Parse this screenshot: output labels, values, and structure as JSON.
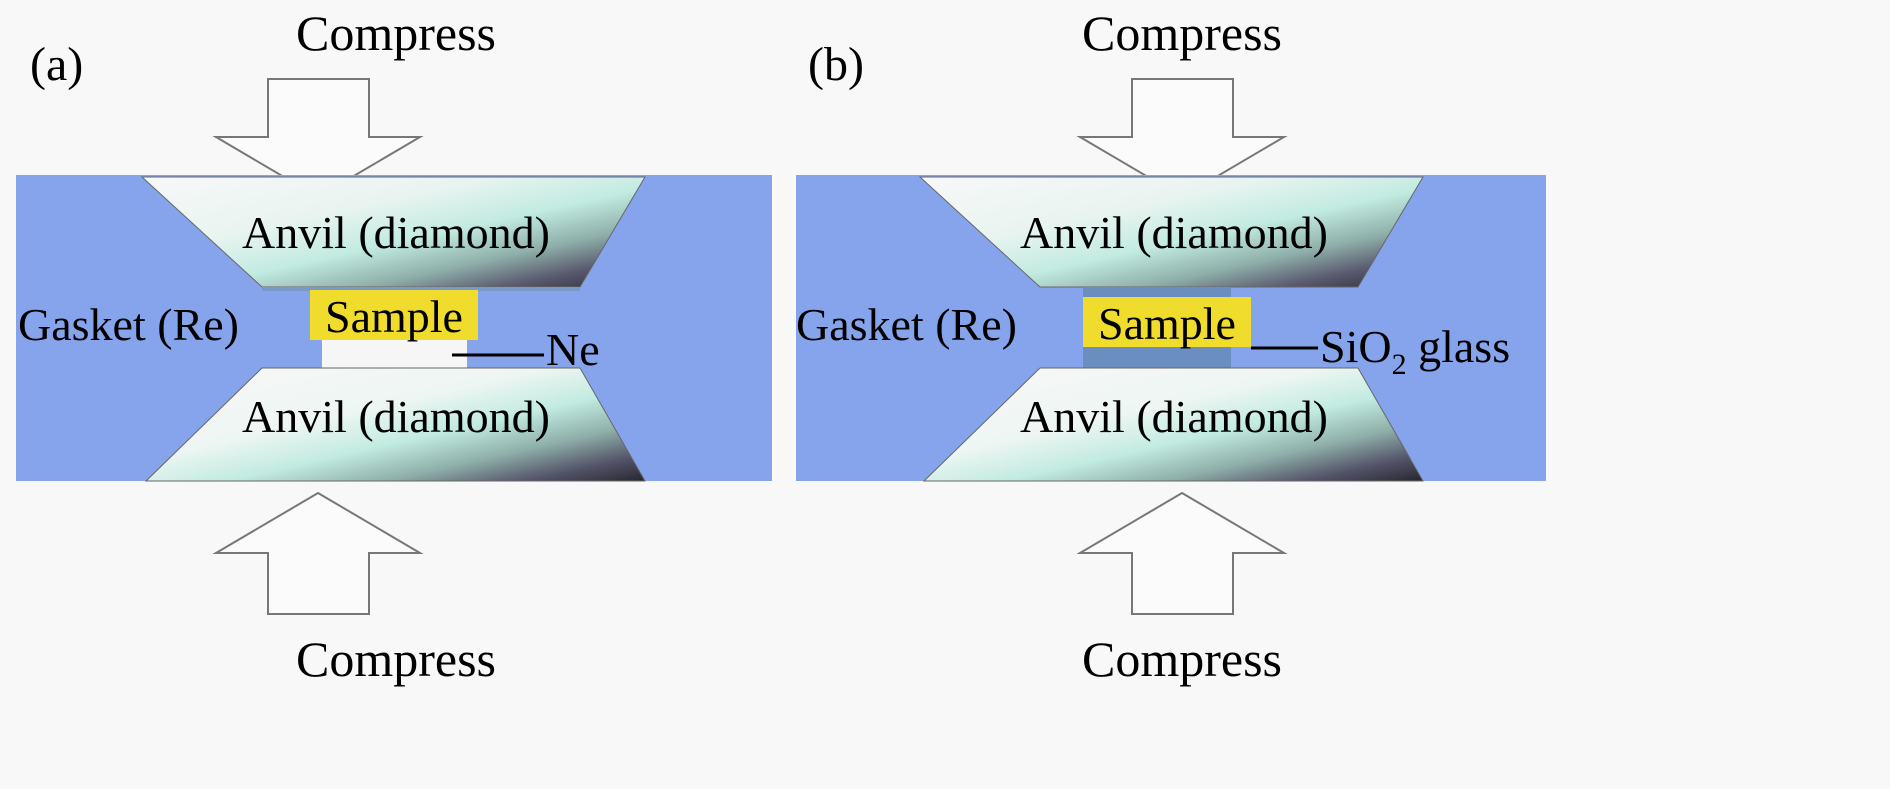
{
  "panels": [
    {
      "id": "a",
      "label": "(a)",
      "top_arrow_label": "Compress",
      "bottom_arrow_label": "Compress",
      "top_anvil_label": "Anvil (diamond)",
      "bottom_anvil_label": "Anvil (diamond)",
      "gasket_label": "Gasket (Re)",
      "sample_label": "Sample",
      "medium_label": "Ne",
      "medium_subscript": "",
      "medium_suffix": ""
    },
    {
      "id": "b",
      "label": "(b)",
      "top_arrow_label": "Compress",
      "bottom_arrow_label": "Compress",
      "top_anvil_label": "Anvil (diamond)",
      "bottom_anvil_label": "Anvil (diamond)",
      "gasket_label": "Gasket (Re)",
      "sample_label": "Sample",
      "medium_label": "SiO",
      "medium_subscript": "2",
      "medium_suffix": " glass"
    }
  ],
  "colors": {
    "gasket": "#86a4ec",
    "sample": "#f0dc2c",
    "ne_medium": "#f6f6f6",
    "sio2_medium": "#6a8ec0",
    "anvil_light": "#f7f7f7",
    "anvil_mid": "#c4ece2",
    "anvil_dark": "#303040"
  }
}
